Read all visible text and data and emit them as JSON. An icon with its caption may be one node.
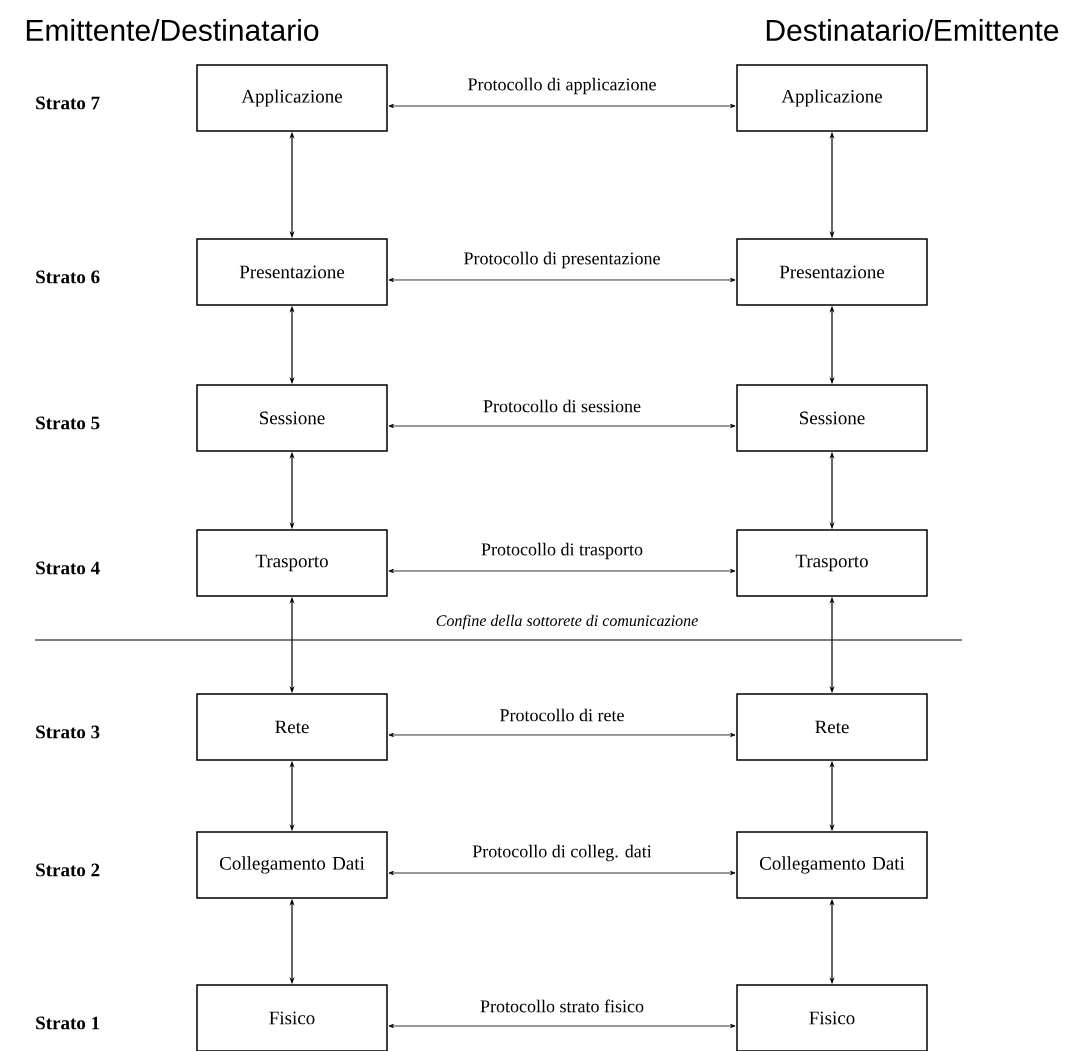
{
  "diagram": {
    "nodes": [
      {
        "text": [
          "Applicazione"
        ]
      },
      {
        "text": [
          "Applicazione"
        ]
      },
      {
        "text": [
          "Presentazione"
        ]
      },
      {
        "text": [
          "Presentazione"
        ]
      },
      {
        "text": [
          "Sessione"
        ]
      },
      {
        "text": [
          "Sessione"
        ]
      },
      {
        "text": [
          "Trasporto"
        ]
      },
      {
        "text": [
          "Trasporto"
        ]
      },
      {
        "text": [
          "Rete"
        ]
      },
      {
        "text": [
          "Rete"
        ]
      },
      {
        "text": [
          "Collegamento Dati"
        ]
      },
      {
        "text": [
          "Collegamento Dati"
        ]
      },
      {
        "text": [
          "Fisico"
        ]
      },
      {
        "text": [
          "Fisico"
        ]
      }
    ],
    "edges": [
      {
        "from": 0,
        "to": 1,
        "arrow": "both",
        "label": "Protocollo di applicazione"
      },
      {
        "from": 2,
        "to": 3,
        "arrow": "both",
        "label": "Protocollo di presentazione"
      },
      {
        "from": 4,
        "to": 5,
        "arrow": "both",
        "label": "Protocollo di sessione"
      },
      {
        "from": 6,
        "to": 7,
        "arrow": "both",
        "label": "Protocollo di trasporto"
      },
      {
        "from": 8,
        "to": 9,
        "arrow": "both",
        "label": "Protocollo di rete"
      },
      {
        "from": 10,
        "to": 11,
        "arrow": "both",
        "label": "Protocollo di colleg. dati"
      },
      {
        "from": 12,
        "to": 13,
        "arrow": "both",
        "label": "Protocollo strato fisico"
      },
      {
        "from": 0,
        "to": 2,
        "arrow": "both"
      },
      {
        "from": 2,
        "to": 4,
        "arrow": "both"
      },
      {
        "from": 4,
        "to": 6,
        "arrow": "both"
      },
      {
        "from": 6,
        "to": 8,
        "arrow": "both"
      },
      {
        "from": 8,
        "to": 10,
        "arrow": "both"
      },
      {
        "from": 10,
        "to": 12,
        "arrow": "both"
      },
      {
        "from": 1,
        "to": 3,
        "arrow": "both"
      },
      {
        "from": 3,
        "to": 5,
        "arrow": "both"
      },
      {
        "from": 5,
        "to": 7,
        "arrow": "both"
      },
      {
        "from": 7,
        "to": 9,
        "arrow": "both"
      },
      {
        "from": 9,
        "to": 11,
        "arrow": "both"
      },
      {
        "from": 11,
        "to": 13,
        "arrow": "both"
      }
    ],
    "labels": [
      "Emittente/Destinatario",
      "Destinatario/Emittente",
      "Strato 7",
      "Strato 6",
      "Strato 5",
      "Strato 4",
      "Confine della sottorete di comunicazione",
      "Strato 3",
      "Strato 2",
      "Strato 1"
    ]
  }
}
